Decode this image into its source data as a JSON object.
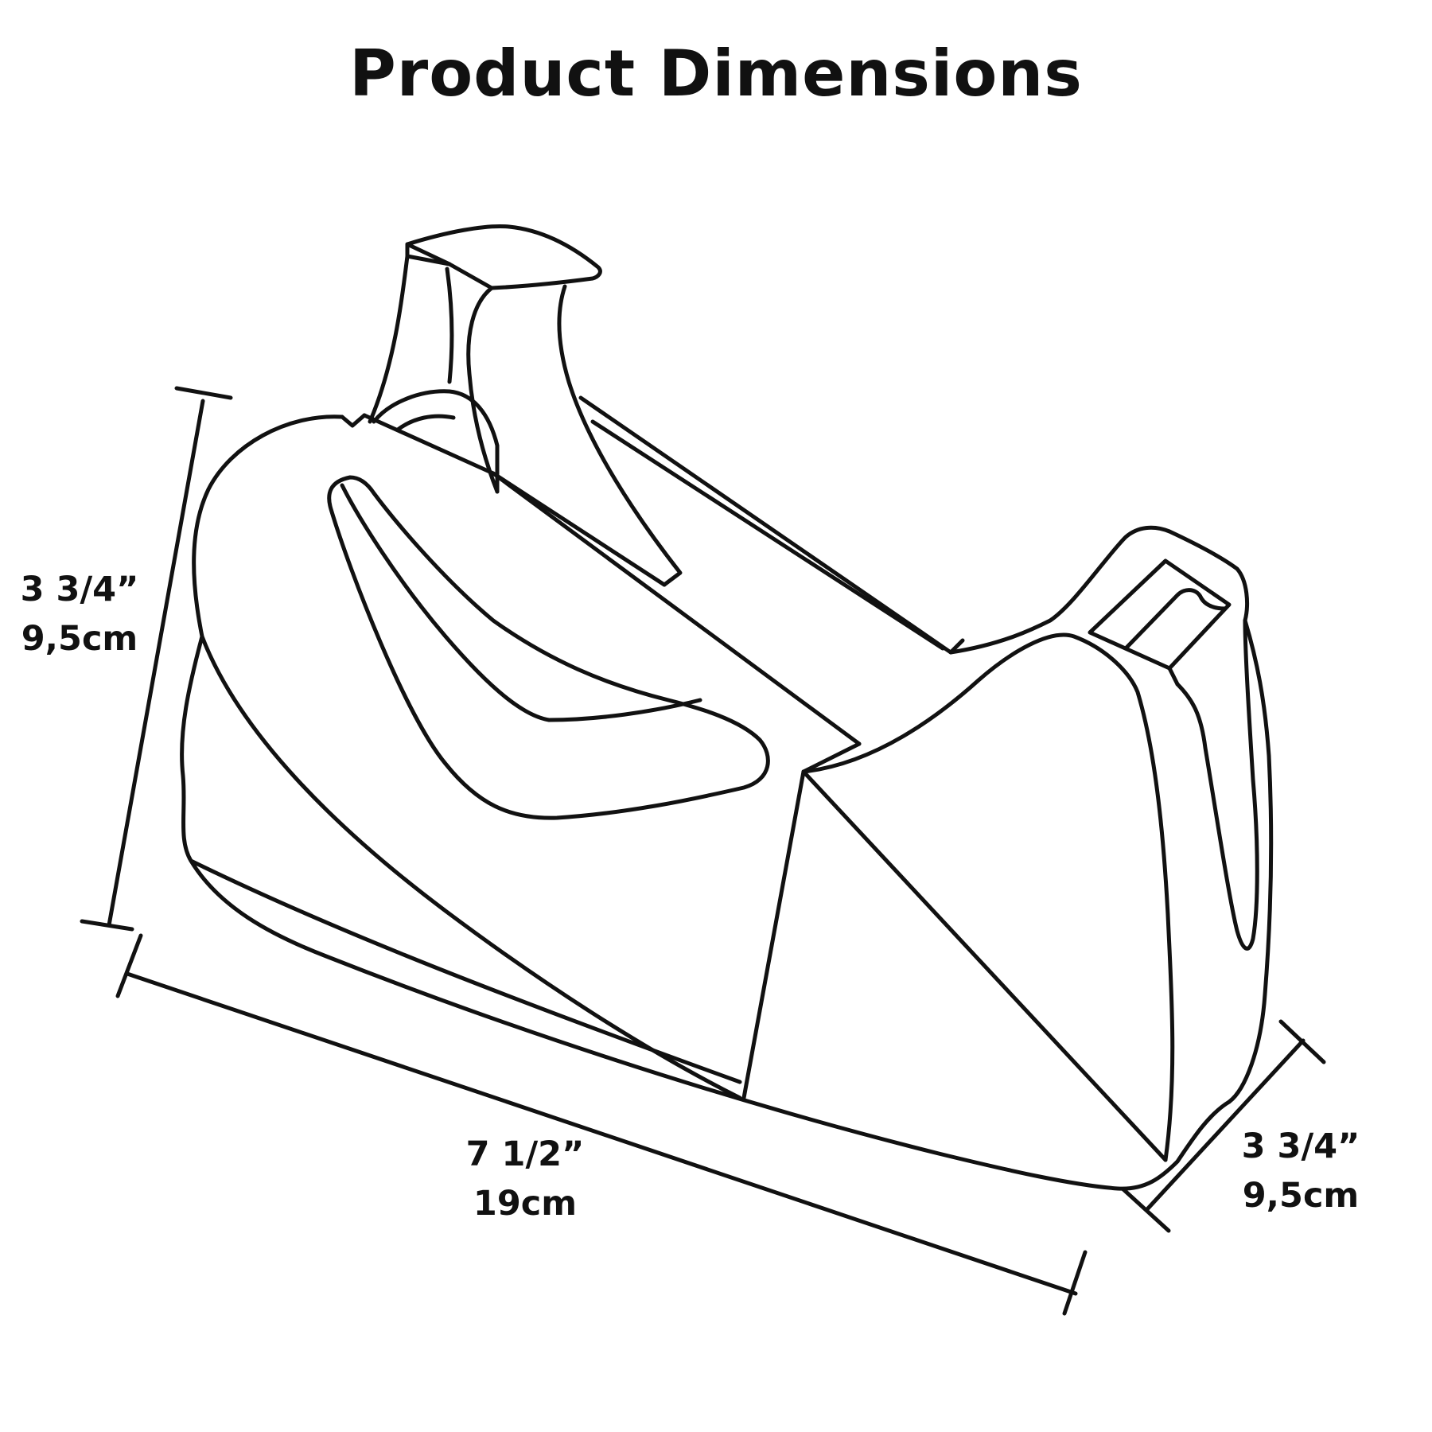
{
  "title": "Product Dimensions",
  "product": "tape-dispenser-line-drawing",
  "colors": {
    "line": "#111111",
    "background": "#ffffff"
  },
  "dimensions": {
    "height": {
      "imperial": "3 3/4”",
      "metric": "9,5cm"
    },
    "length": {
      "imperial": "7 1/2”",
      "metric": "19cm"
    },
    "depth": {
      "imperial": "3 3/4”",
      "metric": "9,5cm"
    }
  }
}
